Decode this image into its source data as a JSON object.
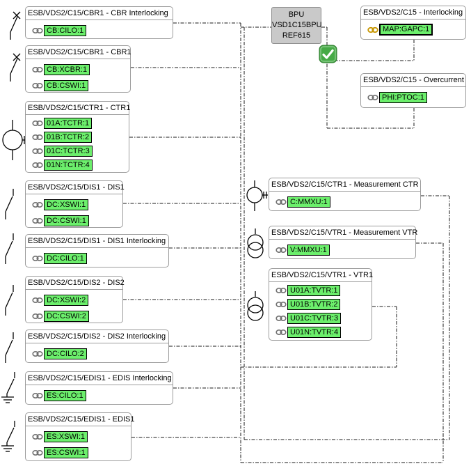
{
  "device": {
    "title": "BPU",
    "name": "VSD1C15BPU",
    "type": "REF615",
    "status_icon": "green-check"
  },
  "selected_node": "MAP:GAPC:1",
  "blocks": [
    {
      "title": "ESB/VDS2/C15/CBR1 - CBR Interlocking",
      "badges": [
        "CB:CILO:1"
      ]
    },
    {
      "title": "ESB/VDS2/C15/CBR1 - CBR1",
      "badges": [
        "CB:XCBR:1",
        "CB:CSWI:1"
      ]
    },
    {
      "title": "ESB/VDS2/C15/CTR1 - CTR1",
      "badges": [
        "01A:TCTR:1",
        "01B:TCTR:2",
        "01C:TCTR:3",
        "01N:TCTR:4"
      ]
    },
    {
      "title": "ESB/VDS2/C15/DIS1 - DIS1",
      "badges": [
        "DC:XSWI:1",
        "DC:CSWI:1"
      ]
    },
    {
      "title": "ESB/VDS2/C15/DIS1 - DIS1 Interlocking",
      "badges": [
        "DC:CILO:1"
      ]
    },
    {
      "title": "ESB/VDS2/C15/DIS2 - DIS2",
      "badges": [
        "DC:XSWI:2",
        "DC:CSWI:2"
      ]
    },
    {
      "title": "ESB/VDS2/C15/DIS2 - DIS2 Interlocking",
      "badges": [
        "DC:CILO:2"
      ]
    },
    {
      "title": "ESB/VDS2/C15/EDIS1 - EDIS Interlocking",
      "badges": [
        "ES:CILO:1"
      ]
    },
    {
      "title": "ESB/VDS2/C15/EDIS1 - EDIS1",
      "badges": [
        "ES:XSWI:1",
        "ES:CSWI:1"
      ]
    },
    {
      "title": "ESB/VDS2/C15 - Interlocking",
      "badges": [
        "MAP:GAPC:1"
      ]
    },
    {
      "title": "ESB/VDS2/C15 - Overcurrent",
      "badges": [
        "PHI:PTOC:1"
      ]
    },
    {
      "title": "ESB/VDS2/C15/CTR1 - Measurement CTR",
      "badges": [
        "C:MMXU:1"
      ]
    },
    {
      "title": "ESB/VDS2/C15/VTR1 - Measurement VTR",
      "badges": [
        "V:MMXU:1"
      ]
    },
    {
      "title": "ESB/VDS2/C15/VTR1 - VTR1",
      "badges": [
        "U01A:TVTR:1",
        "U01B:TVTR:2",
        "U01C:TVTR:3",
        "U01N:TVTR:4"
      ]
    }
  ],
  "colors": {
    "badge_green": "#6cef6c",
    "link_icon_gray": "#707070",
    "link_icon_selected_gold": "#c79600",
    "device_gray": "#c9c9c9",
    "check_green": "#46aa46",
    "wire_black": "#1a1a1a"
  }
}
